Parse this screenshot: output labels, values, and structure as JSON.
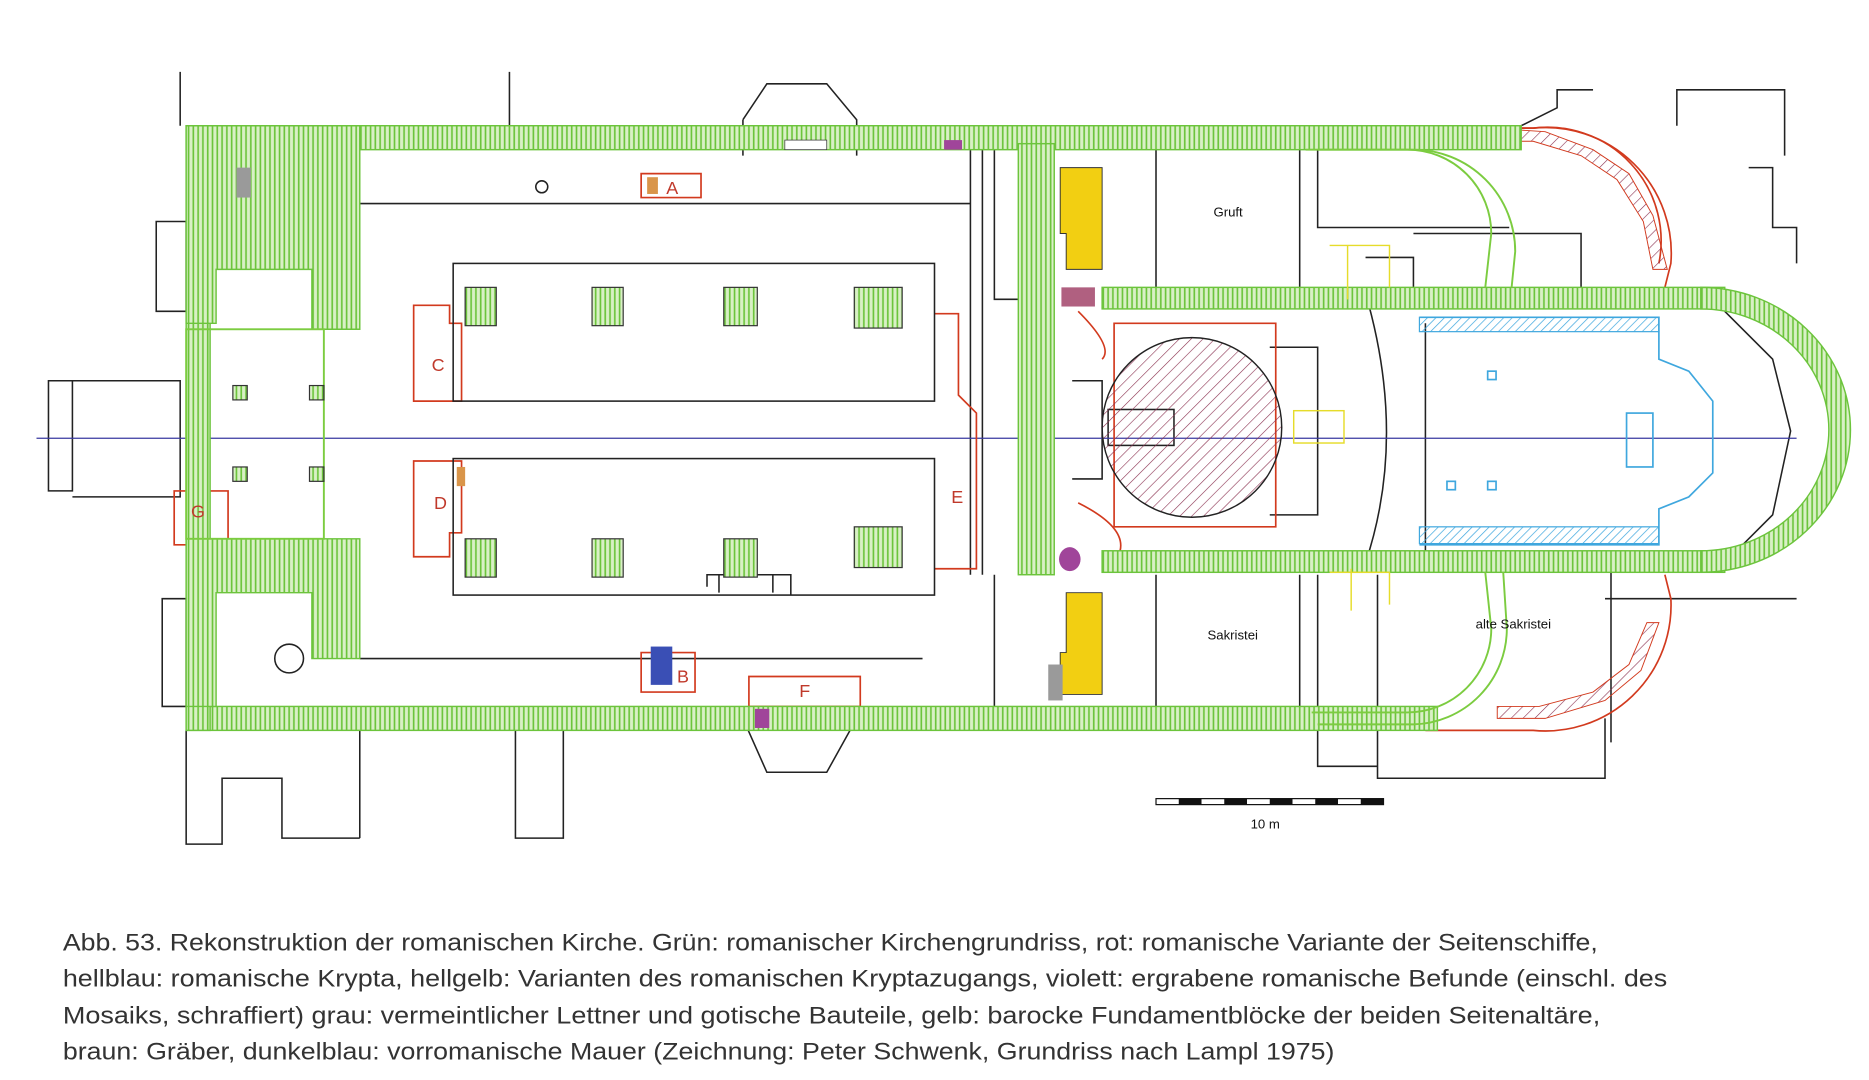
{
  "plan": {
    "rooms": {
      "gruft": "Gruft",
      "sakristei": "Sakristei",
      "alte_sakristei": "alte Sakristei"
    },
    "markers": [
      "A",
      "B",
      "C",
      "D",
      "E",
      "F",
      "G"
    ],
    "scale_label": "10 m"
  },
  "legend_colors": {
    "green": "#7ccc40",
    "red": "#d23a1e",
    "light_blue": "#3fa7de",
    "light_yellow": "#f4ec5a",
    "violet": "#a0459a",
    "grey": "#9a9a9a",
    "yellow": "#f2cf12",
    "brown": "#d9954a",
    "dark_blue": "#3a4fb5"
  },
  "caption": {
    "lines": [
      "Abb. 53. Rekonstruktion der romanischen Kirche. Grün: romanischer Kirchengrundriss, rot: romanische Variante der Seitenschiffe,",
      "hellblau: romanische Krypta, hellgelb: Varianten des romanischen Kryptazugangs, violett: ergrabene romanische Befunde (einschl. des",
      "Mosaiks, schraffiert) grau: vermeintlicher Lettner und gotische Bauteile, gelb: barocke Fundamentblöcke der beiden Seitenaltäre,",
      "braun: Gräber, dunkelblau: vorromanische Mauer (Zeichnung: Peter Schwenk, Grundriss nach Lampl 1975)"
    ]
  }
}
